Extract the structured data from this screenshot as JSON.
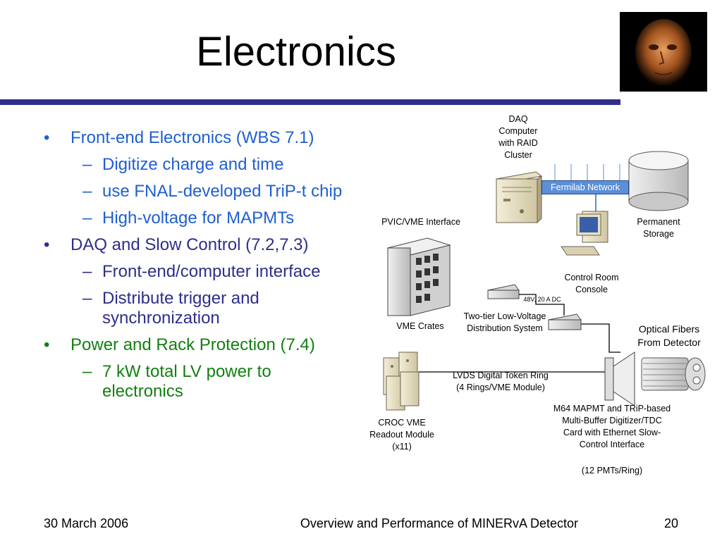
{
  "slide": {
    "title": "Electronics",
    "bullets": {
      "frontend": "Front-end Electronics (WBS 7.1)",
      "frontend_subs": [
        "Digitize charge and time",
        "use FNAL-developed TriP-t chip",
        "High-voltage for MAPMTs"
      ],
      "daq": "DAQ and Slow Control (7.2,7.3)",
      "daq_subs": [
        "Front-end/computer interface",
        "Distribute trigger and synchronization"
      ],
      "power": "Power and Rack Protection (7.4)",
      "power_subs": [
        "7 kW total LV power to electronics"
      ]
    },
    "colors": {
      "blue": "#1f5fd1",
      "navy": "#2e2e8c",
      "green": "#118011",
      "rule": "#2e2e8c",
      "network": "#5b8fd8"
    }
  },
  "diagram": {
    "daq_computer": "DAQ Computer with RAID Cluster",
    "network": "Fermilab Network",
    "storage": "Permanent Storage",
    "pvic": "PVIC/VME Interface",
    "console": "Control Room Console",
    "vme_crates": "VME Crates",
    "power_spec": "48V, 20 A  DC",
    "lv_system": "Two-tier Low-Voltage Distribution System",
    "optical": "Optical Fibers From Detector",
    "token_ring_1": "LVDS Digital Token Ring",
    "token_ring_2": "(4 Rings/VME Module)",
    "croc": "CROC VME Readout Module (x11)",
    "card": "M64 MAPMT and TRiP-based Multi-Buffer Digitizer/TDC Card with Ethernet Slow-Control Interface",
    "card_note": "(12 PMTs/Ring)"
  },
  "footer": {
    "date": "30 March 2006",
    "center": "Overview and Performance of MINERvA Detector",
    "page": "20"
  }
}
